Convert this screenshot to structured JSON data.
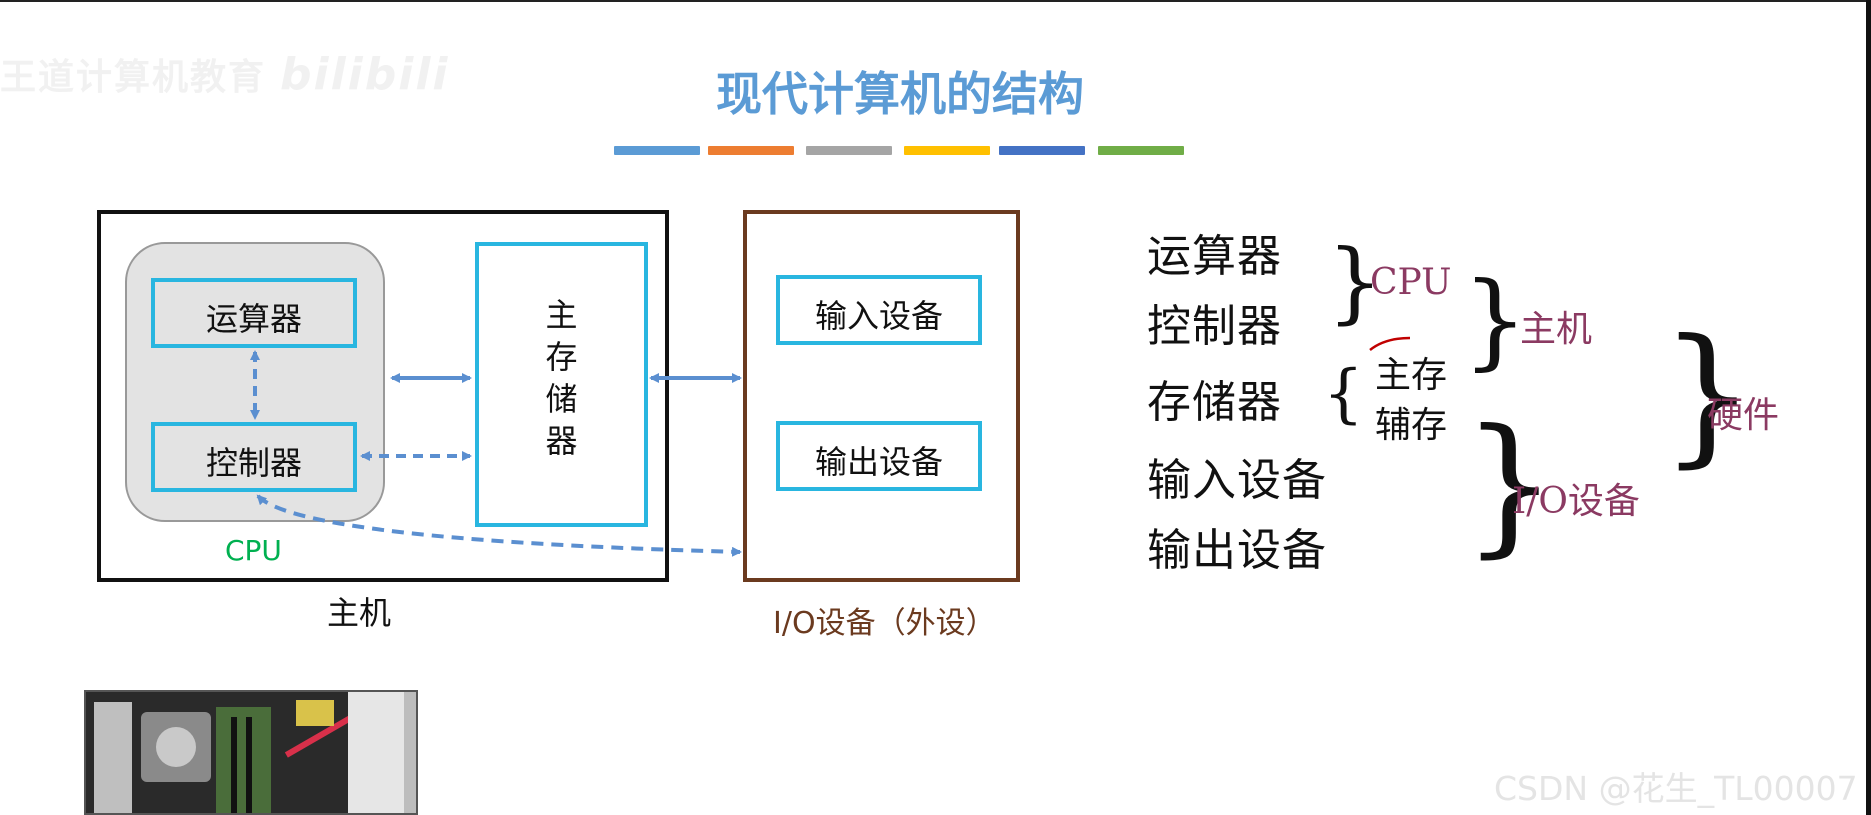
{
  "watermark": {
    "text": "王道计算机教育",
    "brand": "bilibili"
  },
  "title": "现代计算机的结构",
  "accent_colors": [
    "#5b9bd5",
    "#ed7d31",
    "#a5a5a5",
    "#ffc000",
    "#4472c4",
    "#70ad47"
  ],
  "diagram": {
    "alu": "运算器",
    "control": "控制器",
    "memory": "主\n存\n储\n器",
    "input": "输入设备",
    "output": "输出设备",
    "cpu_label": "CPU",
    "host_label": "主机",
    "io_label": "I/O设备（外设）"
  },
  "tree": {
    "alu": "运算器",
    "control": "控制器",
    "storage": "存储器",
    "input": "输入设备",
    "output": "输出设备",
    "cpu": "CPU",
    "main_mem": "主存",
    "aux_mem": "辅存",
    "host": "主机",
    "io": "I/O设备",
    "hardware": "硬件"
  },
  "csdn_mark": "CSDN @花生_TL00007",
  "colors": {
    "cpu_green": "#00b050",
    "io_brown": "#6b3a1f",
    "cyan_box": "#29b6e0",
    "annotation_plum": "#8b3a62"
  }
}
